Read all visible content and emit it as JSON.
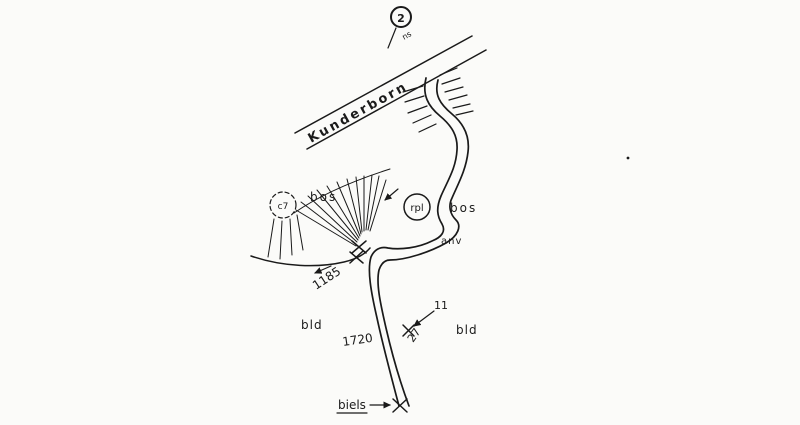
{
  "labels": {
    "landmark_number": "2",
    "road_tick": "ns",
    "road_name": "Kunderborn",
    "knoll": "c7",
    "bos_left": "bos",
    "rpl": "rpl",
    "bos_right": "bos",
    "anv": "anv",
    "elev_1185": "1185",
    "bld_left": "bld",
    "elev_1720": "1720",
    "num_27": "27",
    "num_11": "11",
    "bld_right": "bld",
    "biels": "biels"
  },
  "colors": {
    "ink": "#1a1a1a",
    "paper": "#fbfbf9"
  }
}
